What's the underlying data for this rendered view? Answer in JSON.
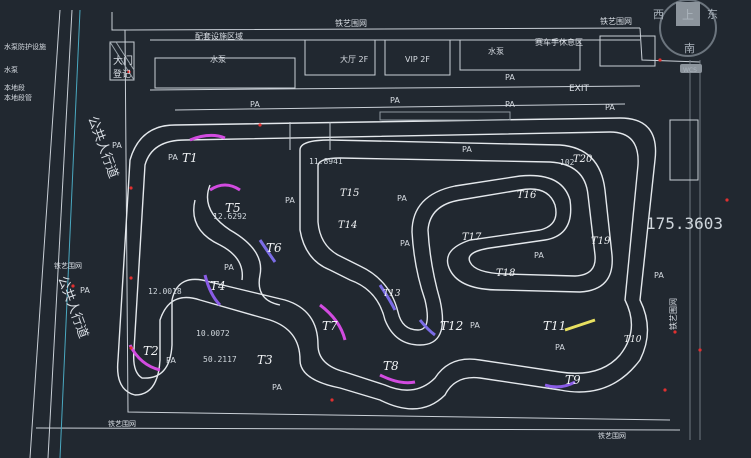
{
  "diagram": {
    "turns": [
      "T1",
      "T2",
      "T3",
      "T4",
      "T5",
      "T6",
      "T7",
      "T8",
      "T9",
      "T10",
      "T11",
      "T12",
      "T13",
      "T14",
      "T15",
      "T16",
      "T17",
      "T18",
      "T19",
      "T20"
    ],
    "parking_label": "PA",
    "exit_label": "EXIT",
    "dimensions": {
      "d1": "11.8941",
      "d2": "12.6292",
      "d3": "12.0018",
      "d4": "10.0072",
      "d5": "50.2117",
      "d6": "102",
      "coordinate_readout": "175.3603"
    },
    "buildings": {
      "gate": "大门",
      "gate_sub": "登记",
      "hall_1": "大厅 2F",
      "hall_2": "VIP 2F",
      "water_1": "水泵",
      "water_2": "水泵"
    },
    "left_labels": [
      "水泵防护设施",
      "水泵",
      "本地段",
      "本地段管"
    ],
    "vertical_left": "公共人行道",
    "vertical_left_2": "公共人行道",
    "vertical_right": "铁艺围网",
    "bottom_labels": [
      "铁艺围网",
      "铁艺围网"
    ],
    "top_label": "铁艺围网",
    "top_right_label": "铁艺围网",
    "top_mid_label": "配套设施区域",
    "top_right_zone": "赛车手休息区",
    "left_fence": "铁艺围网",
    "viewcube": {
      "top": "上",
      "west": "西",
      "east": "东",
      "south": "南",
      "wcs": "WCS"
    }
  }
}
